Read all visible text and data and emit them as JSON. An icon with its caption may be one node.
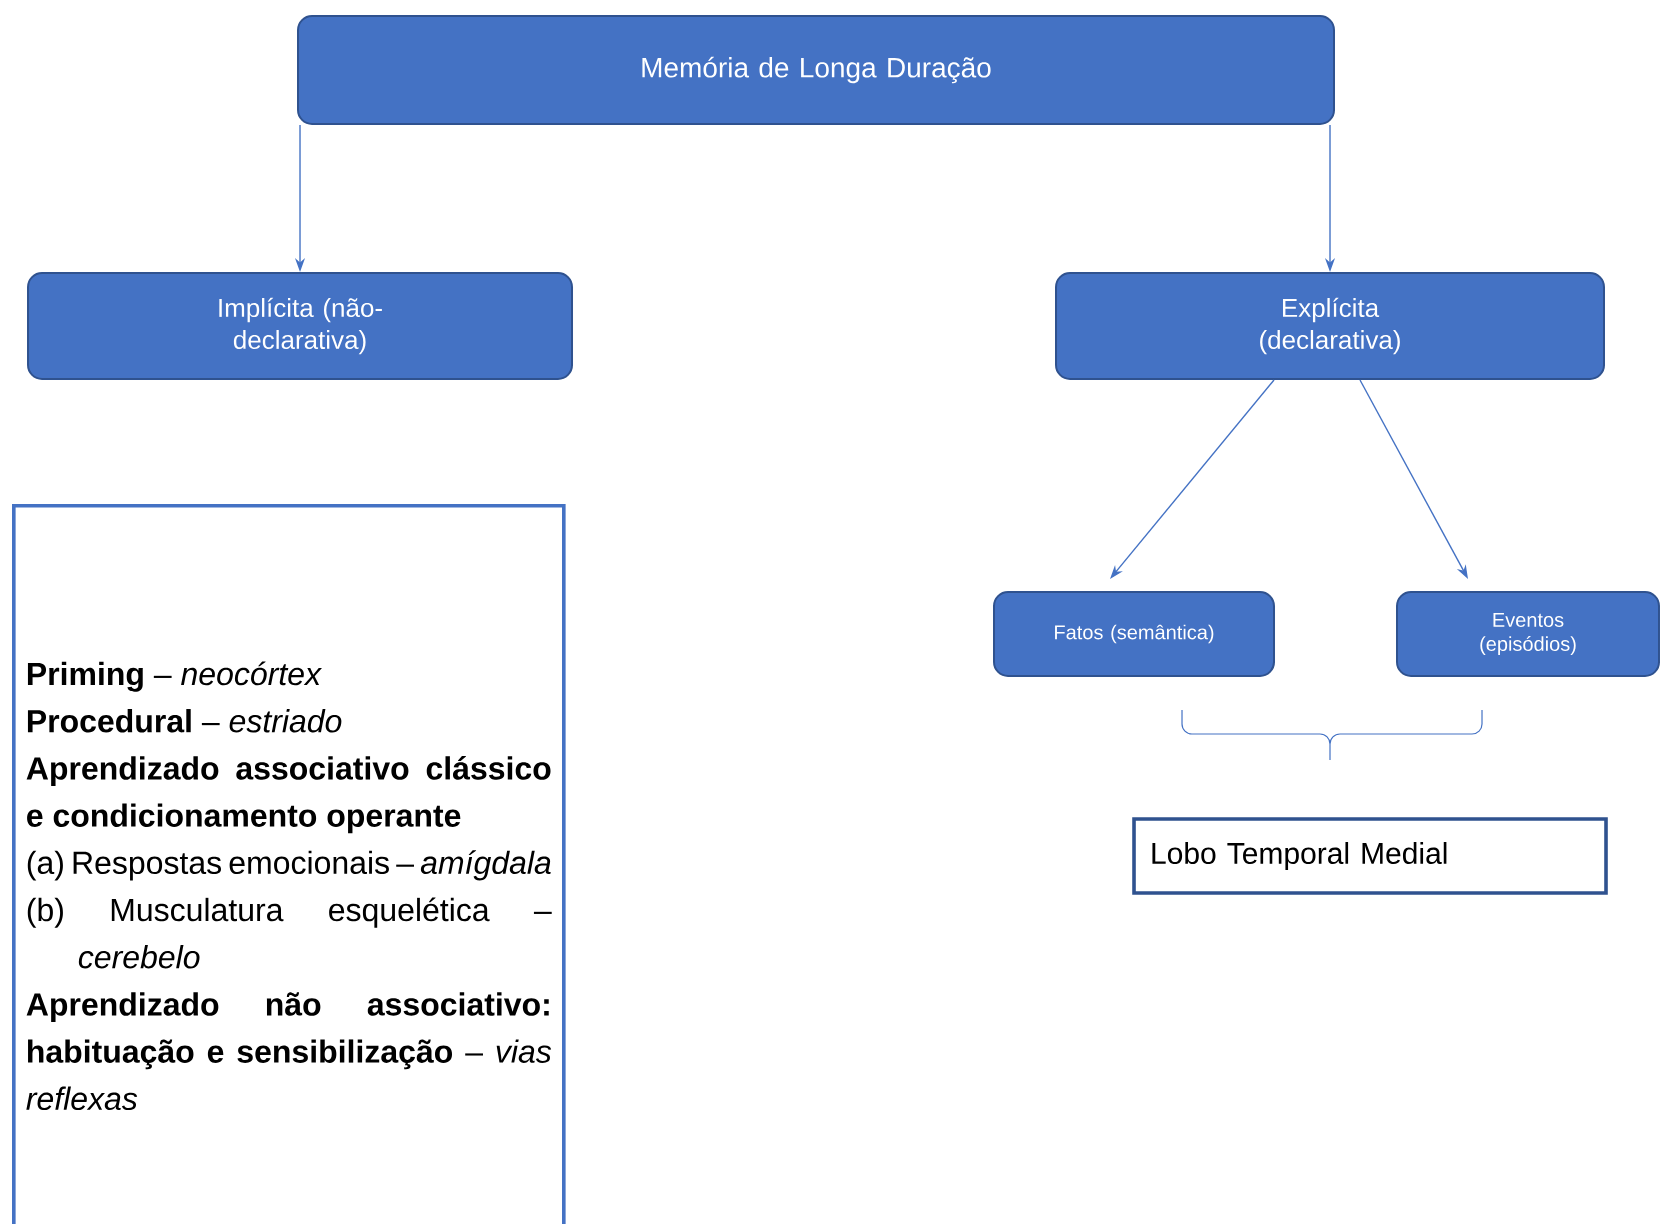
{
  "diagram": {
    "nodes": [
      {
        "text": [
          "Memória de Longa Duração"
        ]
      },
      {
        "text": [
          "Implícita (não-declarativa)"
        ]
      },
      {
        "text": [
          "Explícita (declarativa)"
        ]
      },
      {
        "text": [
          "**Priming** – *neocórtex*",
          "**Procedural** – *estriado*",
          "Aprendizado associativo clássico e condicionamento operante",
          "(a) Respostas emocionais – *amígdala*",
          "(b) Musculatura esquelética – *cerebelo*",
          "**Aprendizado não associativo: habituação e sensibilização** – *vias reflexas*"
        ]
      },
      {
        "text": [
          "Fatos (semântica)"
        ]
      },
      {
        "text": [
          "Eventos (episódios)"
        ]
      },
      {
        "text": [
          "Lobo Temporal Medial"
        ]
      }
    ],
    "edges": [
      {
        "from": 0,
        "to": 1,
        "arrow": "to"
      },
      {
        "from": 0,
        "to": 2,
        "arrow": "to"
      },
      {
        "from": 2,
        "to": 4,
        "arrow": "to"
      },
      {
        "from": 2,
        "to": 5,
        "arrow": "to"
      }
    ]
  }
}
